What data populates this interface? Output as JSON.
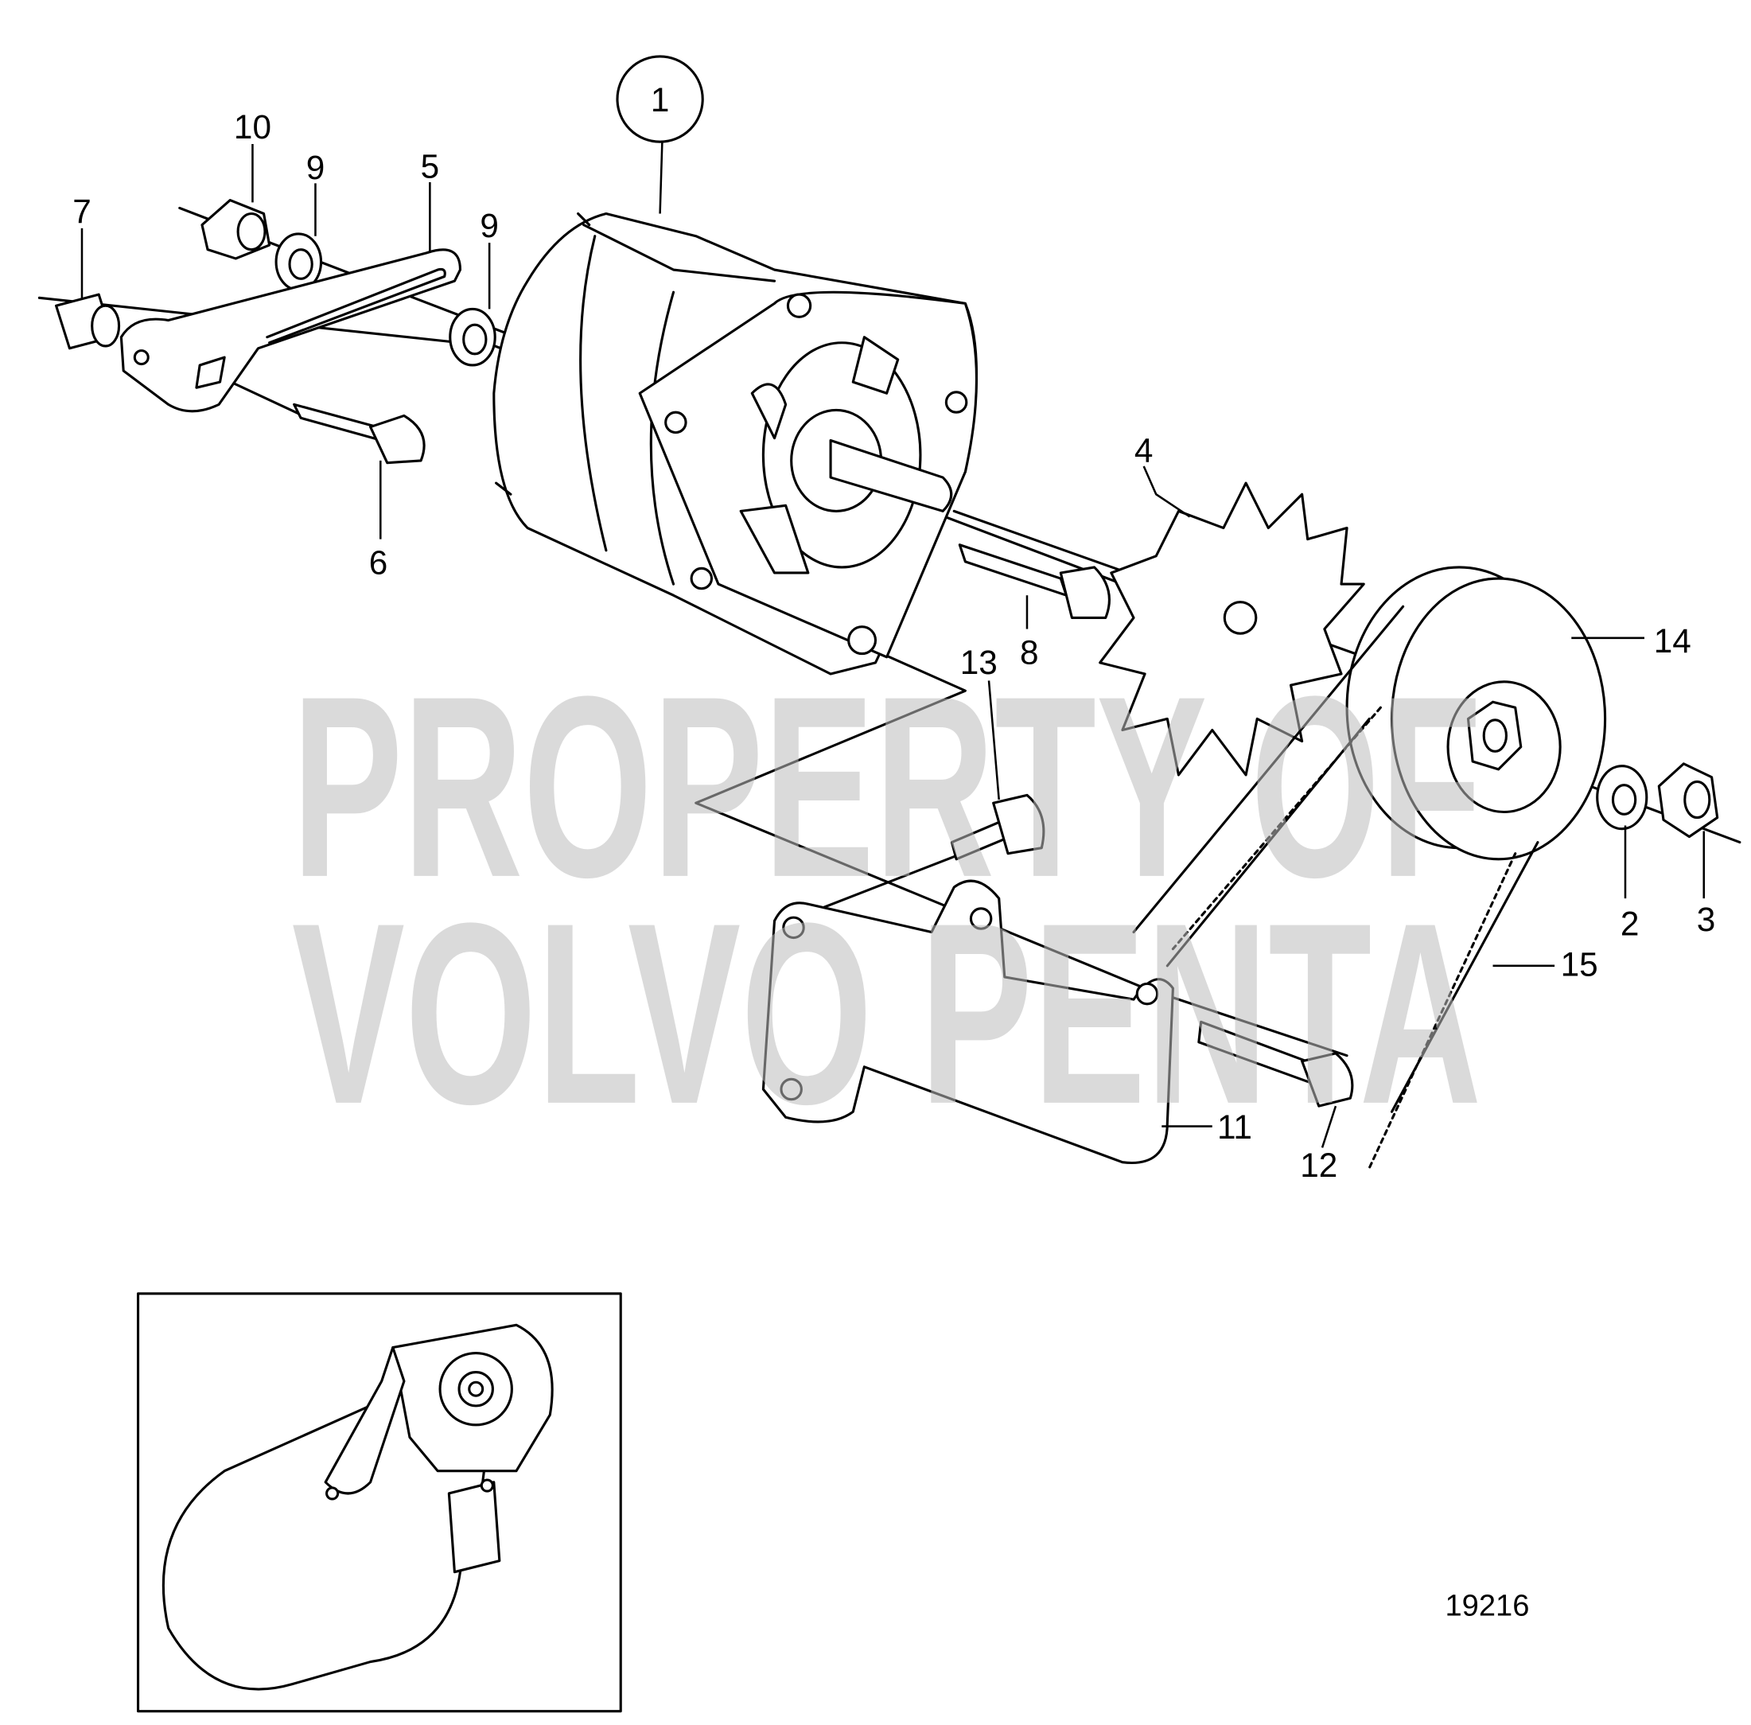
{
  "diagram": {
    "title": "Alternator installation exploded view",
    "figure_number": "19216",
    "watermark": [
      "PROPERTY OF",
      "VOLVO PENTA"
    ],
    "callouts": [
      {
        "id": "c1",
        "label": "1",
        "circled": true
      },
      {
        "id": "c10",
        "label": "10"
      },
      {
        "id": "c9a",
        "label": "9"
      },
      {
        "id": "c5",
        "label": "5"
      },
      {
        "id": "c7",
        "label": "7"
      },
      {
        "id": "c9b",
        "label": "9"
      },
      {
        "id": "c6",
        "label": "6"
      },
      {
        "id": "c4",
        "label": "4"
      },
      {
        "id": "c8",
        "label": "8"
      },
      {
        "id": "c14",
        "label": "14"
      },
      {
        "id": "c13",
        "label": "13"
      },
      {
        "id": "c2",
        "label": "2"
      },
      {
        "id": "c3",
        "label": "3"
      },
      {
        "id": "c12",
        "label": "12"
      },
      {
        "id": "c15",
        "label": "15"
      },
      {
        "id": "c11",
        "label": "11"
      }
    ]
  }
}
